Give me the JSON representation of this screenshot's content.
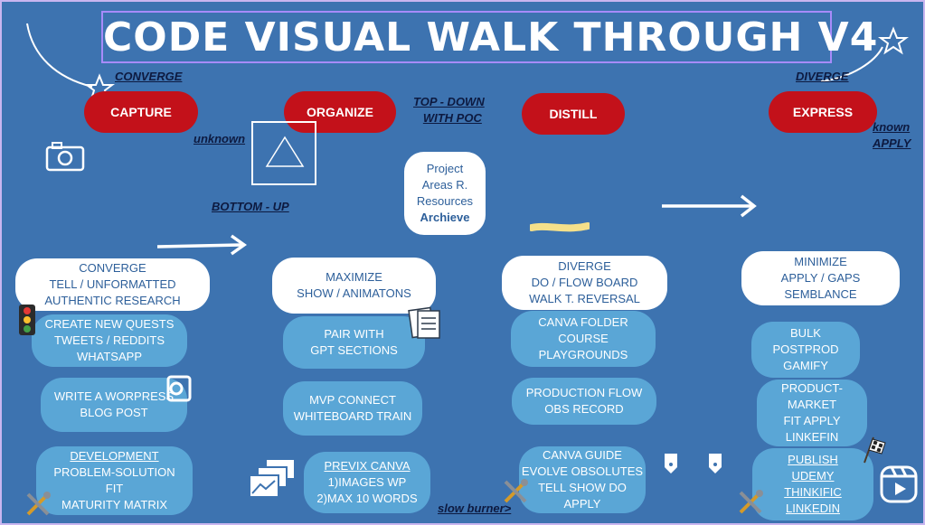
{
  "title": "CODE VISUAL WALK THROUGH V4",
  "pills": {
    "capture": "CAPTURE",
    "organize": "ORGANIZE",
    "distill": "DISTILL",
    "express": "EXPRESS"
  },
  "labels": {
    "converge": "CONVERGE",
    "diverge": "DIVERGE",
    "unknown": "unknown",
    "top_down_1": "TOP - DOWN",
    "top_down_2": "WITH POC",
    "known": "known",
    "apply": "APPLY",
    "bottom_up": "BOTTOM - UP",
    "slow_burner": "slow burner>"
  },
  "para": [
    "Project",
    "Areas R.",
    "Resources",
    "Archieve"
  ],
  "col1": {
    "head": [
      "CONVERGE",
      "TELL / UNFORMATTED",
      "AUTHENTIC RESEARCH"
    ],
    "b1": [
      "CREATE NEW QUESTS",
      "TWEETS / REDDITS",
      "WHATSAPP"
    ],
    "b2": [
      "WRITE A  WORPRESS",
      "BLOG POST"
    ],
    "b3": [
      "DEVELOPMENT",
      "PROBLEM-SOLUTION",
      "FIT",
      "MATURITY MATRIX"
    ]
  },
  "col2": {
    "head": [
      "MAXIMIZE",
      "SHOW / ANIMATONS"
    ],
    "b1": [
      "PAIR WITH",
      "GPT SECTIONS"
    ],
    "b2": [
      "MVP  CONNECT",
      "WHITEBOARD TRAIN"
    ],
    "b3": [
      "PREVIX CANVA",
      "1)IMAGES WP",
      "2)MAX 10 WORDS"
    ]
  },
  "col3": {
    "head": [
      "DIVERGE",
      "DO / FLOW BOARD",
      "WALK T. REVERSAL"
    ],
    "b1": [
      "CANVA FOLDER",
      "COURSE",
      "PLAYGROUNDS"
    ],
    "b2": [
      "PRODUCTION FLOW",
      "OBS RECORD"
    ],
    "b3": [
      "CANVA  GUIDE",
      "EVOLVE OBSOLUTES",
      "TELL SHOW DO",
      "APPLY"
    ]
  },
  "col4": {
    "head": [
      "MINIMIZE",
      "APPLY  / GAPS",
      "SEMBLANCE"
    ],
    "b1": [
      "BULK",
      "POSTPROD",
      "GAMIFY"
    ],
    "b2": [
      "PRODUCT-",
      "MARKET",
      "FIT  APPLY",
      "LINKEFIN"
    ],
    "b3": [
      "PUBLISH",
      "UDEMY",
      "THINKIFIC",
      "LINKEDIN"
    ]
  },
  "colors": {
    "background": "#3d73b0",
    "pill": "#c3111a",
    "node": "#5aa6d6",
    "label": "#0d1a40"
  }
}
